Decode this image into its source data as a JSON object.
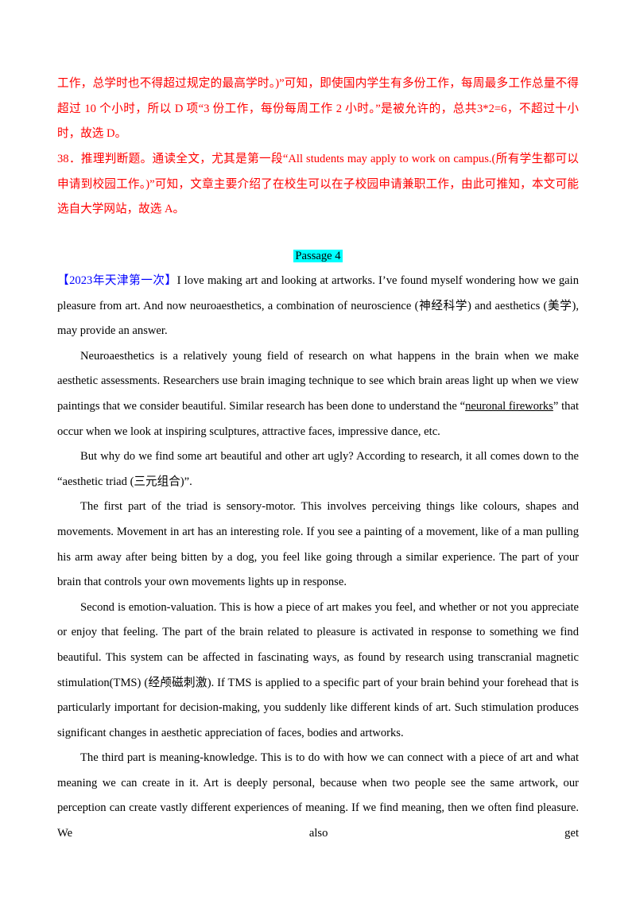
{
  "answers": {
    "top_text": "工作，总学时也不得超过规定的最高学时。)”可知，即使国内学生有多份工作，每周最多工作总量不得超过 10 个小时，所以 D 项“3 份工作，每份每周工作 2 小时。”是被允许的，总共3*2=6，不超过十小时，故选 D。",
    "q38_text": "38．推理判断题。通读全文，尤其是第一段“All students may apply to work on campus.(所有学生都可以申请到校园工作。)”可知，文章主要介绍了在校生可以在子校园申请兼职工作，由此可推知，本文可能选自大学网站，故选 A。"
  },
  "passage": {
    "title": "Passage 4",
    "source_tag": "【2023年天津第一次】",
    "p1": "I love making art and looking at artworks. I’ve found myself wondering how we gain pleasure from art. And now neuroaesthetics, a combination of neuroscience (神经科学) and aesthetics (美学), may provide an answer.",
    "p2_before": "Neuroaesthetics is a relatively young field of research on what happens in the brain when we make aesthetic assessments. Researchers use brain imaging technique to see which brain areas light up when we view paintings that we consider beautiful. Similar research has been done to understand the “",
    "p2_underlined": "neuronal fireworks",
    "p2_after": "” that occur when we look at inspiring sculptures, attractive faces, impressive dance, etc.",
    "p3": "But why do we find some art beautiful and other art ugly? According to research, it all comes down to the “aesthetic triad (三元组合)”.",
    "p4": "The first part of the triad is sensory-motor. This involves perceiving things like colours, shapes and movements. Movement in art has an interesting role. If you see a painting of a movement, like of a man pulling his arm away after being bitten by a dog, you feel like going through a similar experience. The part of your brain that controls your own movements lights up in response.",
    "p5": "Second is emotion-valuation. This is how a piece of art makes you feel, and whether or not you appreciate or enjoy that feeling. The part of the brain related to pleasure is activated in response to something we find beautiful. This system can be affected in fascinating ways, as found by research using transcranial magnetic stimulation(TMS) (经颅磁刺激). If TMS is applied to a specific part of your brain behind your forehead that is particularly important for decision-making, you suddenly like different kinds of art. Such stimulation produces significant changes in aesthetic appreciation of faces, bodies and artworks.",
    "p6": "The third part is meaning-knowledge. This is to do with how we can connect with a piece of art and what meaning we can create in it. Art is deeply personal, because when two people see the same artwork, our perception can create vastly different experiences of meaning. If we find meaning, then we often find pleasure. We also get"
  },
  "colors": {
    "answer_text": "#ff0000",
    "source_tag": "#0000ff",
    "title_highlight": "#00ffff"
  }
}
